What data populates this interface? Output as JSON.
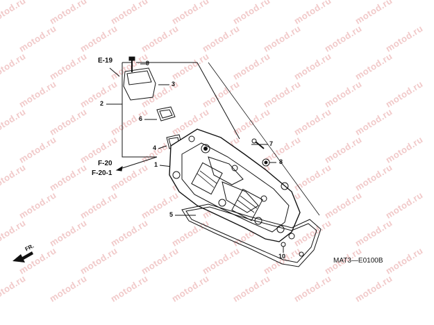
{
  "watermark": "motod.ru",
  "callouts": [
    "1",
    "2",
    "3",
    "4",
    "5",
    "6",
    "7",
    "8",
    "9",
    "10"
  ],
  "refs": {
    "e19": "E-19",
    "f20": "F-20",
    "f201": "F-20-1"
  },
  "direction": "FR.",
  "diagram_code": "MAT3—E0100B",
  "colors": {
    "line": "#111111",
    "watermark": "#f1c9c9"
  }
}
